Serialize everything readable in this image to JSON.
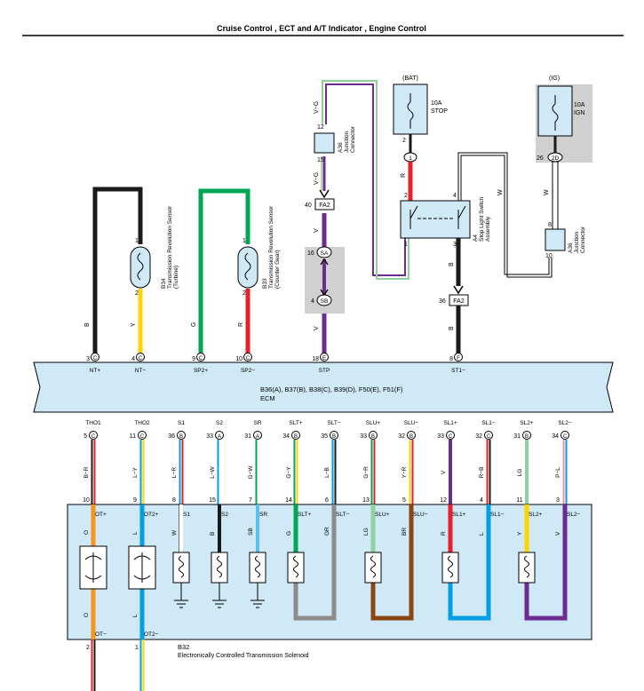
{
  "header": {
    "title": "Cruise Control , ECT and A/T Indicator , Engine Control"
  },
  "ecm": {
    "title": "B36(A), B37(B), B38(C), B39(D), F50(E), F51(F)",
    "subtitle": "ECM",
    "top_pins": [
      {
        "num": "3",
        "conn": "C",
        "label": "NT+"
      },
      {
        "num": "4",
        "conn": "C",
        "label": "NT−"
      },
      {
        "num": "9",
        "conn": "C",
        "label": "SP2+"
      },
      {
        "num": "10",
        "conn": "C",
        "label": "SP2−"
      },
      {
        "num": "18",
        "conn": "E",
        "label": "STP"
      },
      {
        "num": "8",
        "conn": "F",
        "label": "ST1−"
      }
    ],
    "bottom_pins": [
      {
        "num": "5",
        "conn": "C",
        "label": "THO1"
      },
      {
        "num": "11",
        "conn": "C",
        "label": "THO2"
      },
      {
        "num": "36",
        "conn": "B",
        "label": "S1"
      },
      {
        "num": "33",
        "conn": "A",
        "label": "S2"
      },
      {
        "num": "31",
        "conn": "A",
        "label": "SR"
      },
      {
        "num": "34",
        "conn": "B",
        "label": "SLT+"
      },
      {
        "num": "35",
        "conn": "B",
        "label": "SLT−"
      },
      {
        "num": "33",
        "conn": "B",
        "label": "SLU+"
      },
      {
        "num": "32",
        "conn": "B",
        "label": "SLU−"
      },
      {
        "num": "33",
        "conn": "C",
        "label": "SL1+"
      },
      {
        "num": "32",
        "conn": "C",
        "label": "SL1−"
      },
      {
        "num": "31",
        "conn": "B",
        "label": "SL2+"
      },
      {
        "num": "34",
        "conn": "C",
        "label": "SL2−"
      }
    ]
  },
  "sensor_b34": {
    "code": "B34",
    "name": "Transmission Revolution Sensor",
    "sub": "(Turbine)",
    "pin1": "1",
    "pin2": "2",
    "wire_top": "B",
    "wire_bottom": "Y"
  },
  "sensor_b33": {
    "code": "B33",
    "name": "Transmission Revolution Sensor",
    "sub": "(Counter Gear)",
    "pin1": "1",
    "pin2": "2",
    "wire_top": "G",
    "wire_bottom": "R"
  },
  "stp_line": {
    "wire_vg_top": "V−G",
    "pin12": "12",
    "pin15": "15",
    "a36_code": "A36",
    "a36_name": "Junction",
    "a36_name2": "Connector",
    "wire_vg_mid": "V−G",
    "pin40": "40",
    "conn_fa2": "FA2",
    "wire_v": "V",
    "pin16": "16",
    "conn_sa": "SA",
    "pin4": "4",
    "conn_sb": "SB",
    "wire_v2": "V"
  },
  "stop_switch": {
    "bat": "(BAT)",
    "fuse": "10A",
    "fuse_name": "STOP",
    "pin2f": "2",
    "conn1": "1",
    "wire_r": "R",
    "pin2": "2",
    "pin4": "4",
    "pin1": "1",
    "pin3": "3",
    "code": "A4",
    "name": "Stop Light Switch",
    "name2": "Assembly",
    "wire_b": "B",
    "pin36": "36",
    "conn_fa2": "FA2",
    "wire_b2": "B",
    "wire_w": "W"
  },
  "ig": {
    "label": "(IG)",
    "fuse": "10A",
    "fuse_name": "IGN",
    "pin26": "26",
    "conn": "2D",
    "wire_w": "W",
    "pin8": "8",
    "pin10": "10",
    "a36_code": "A36",
    "a36_name": "Junction",
    "a36_name2": "Connector"
  },
  "wires_ecm_out": [
    "B−R",
    "L−Y",
    "L−R",
    "L−W",
    "G−W",
    "G−Y",
    "L−B",
    "G−R",
    "Y−R",
    "V",
    "R−B",
    "LG",
    "P−L"
  ],
  "solenoid": {
    "code": "B32",
    "name": "Electronically Controlled Transmission Solenoid",
    "pins_top": [
      "10",
      "9",
      "8",
      "15",
      "7",
      "14",
      "6",
      "13",
      "5",
      "12",
      "4",
      "11",
      "3"
    ],
    "labels_top": [
      "OT+",
      "OT2+",
      "S1",
      "S2",
      "SR",
      "SLT+",
      "SLT−",
      "SLU+",
      "SLU−",
      "SL1+",
      "SL1−",
      "SL2+",
      "SL2−"
    ],
    "inner_wires": [
      "O",
      "L",
      "W",
      "B",
      "SB",
      "G",
      "GR",
      "LG",
      "BR",
      "R",
      "L",
      "Y",
      "V"
    ],
    "inner_wires_low": [
      "O",
      "L"
    ],
    "bottom_labels": [
      "OT−",
      "OT2−"
    ],
    "bottom_pins": [
      "2",
      "1"
    ]
  },
  "colors": {
    "box_fill": "#cfe9f7",
    "gray_fill": "#d0d0d0",
    "black": "#1a1a1a",
    "yellow": "#ffd400",
    "green": "#00a651",
    "red": "#e8202a",
    "violet": "#6a2c91",
    "white": "#ffffff",
    "orange": "#f7941d",
    "blue": "#00a0e4",
    "grey": "#8c8c8c",
    "brown": "#8b4513",
    "lightgreen": "#8fd19e",
    "pink": "#f48fb1",
    "sky": "#5bc0eb"
  }
}
